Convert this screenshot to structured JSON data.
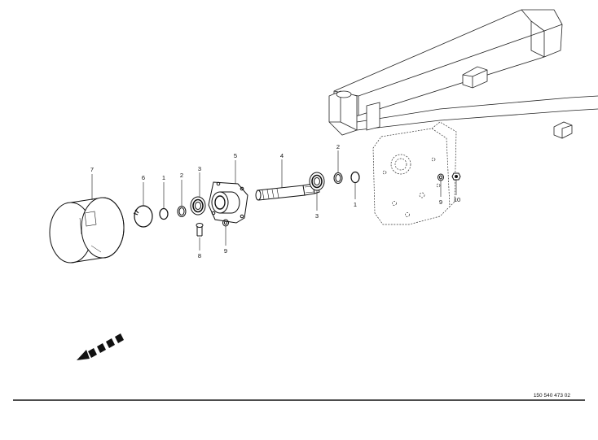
{
  "drawing": {
    "document_number": "150 540 473 02",
    "callouts": {
      "guard_cover": "7",
      "circlip_large": "6",
      "circlip_inner_left": "1",
      "seal_ring_left": "2",
      "bearing_left": "3",
      "bearing_housing": "5",
      "bolt": "8",
      "washer_lower": "9",
      "splined_shaft": "4",
      "bearing_right": "3",
      "seal_ring_right": "2",
      "circlip_right": "1",
      "washer_right": "9",
      "nut": "10"
    },
    "direction_indicator": "travel-direction-arrow"
  }
}
